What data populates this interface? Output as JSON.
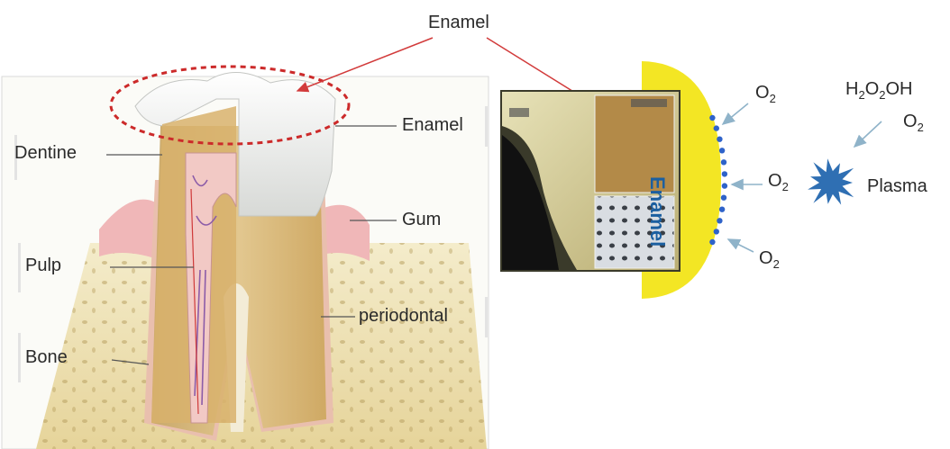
{
  "title": "Enamel",
  "tooth_labels": {
    "dentine": "Dentine",
    "pulp": "Pulp",
    "bone": "Bone",
    "enamel": "Enamel",
    "gum": "Gum",
    "periodontal": "periodontal"
  },
  "plasma_panel": {
    "enamel_vertical": "Enamel",
    "o2": "O",
    "sub2": "2",
    "h": "H",
    "oh": "OH",
    "plasma": "Plasma"
  },
  "colors": {
    "enamel_yellow": "#f3e624",
    "dot_blue": "#2f63c9",
    "star_blue": "#2f6fb3",
    "ellipse_red": "#cc2a2a",
    "arrow_gray": "#8fb3c9"
  }
}
